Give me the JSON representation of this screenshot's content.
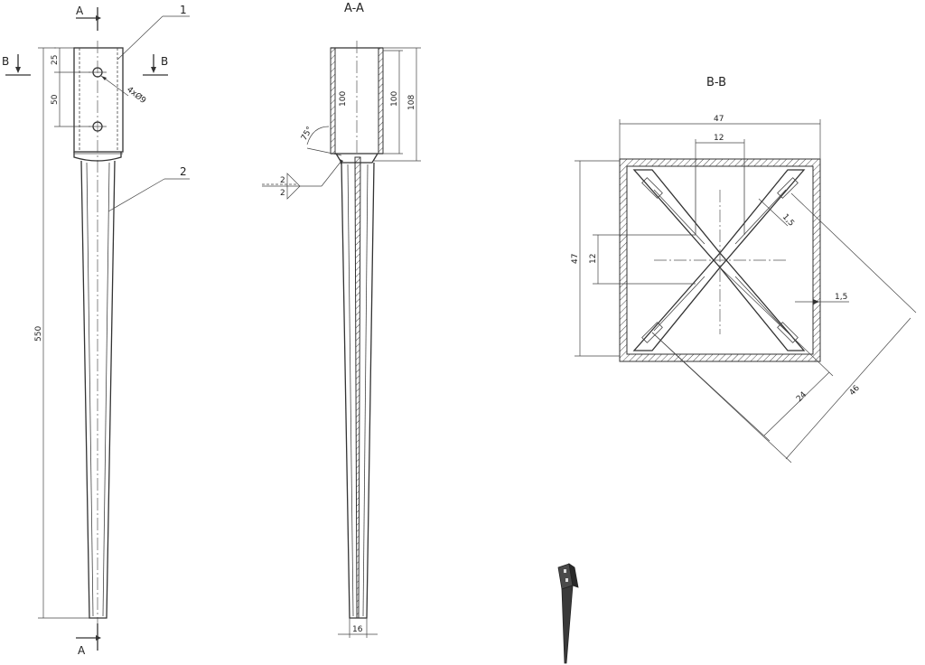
{
  "sections": {
    "aa_title": "A-A",
    "bb_title": "B-B",
    "a_top": "A",
    "a_bottom": "A",
    "b_left": "B",
    "b_right": "B"
  },
  "parts": {
    "part1": "1",
    "part2": "2"
  },
  "front_view": {
    "dim_25": "25",
    "dim_50": "50",
    "dim_550": "550",
    "holes": "4xØ9"
  },
  "section_aa": {
    "dim_100_left": "100",
    "dim_100_right": "100",
    "dim_108": "108",
    "angle": "75°",
    "weld_top": "2",
    "weld_bottom": "2",
    "dim_16": "16"
  },
  "section_bb": {
    "dim_47_top": "47",
    "dim_12_top": "12",
    "dim_47_left": "47",
    "dim_12_left": "12",
    "dim_1_5_diag": "1,5",
    "dim_1_5_side": "1,5",
    "dim_24": "24",
    "dim_46": "46"
  },
  "colors": {
    "line": "#333333",
    "thumbnail": "#3a3a3a"
  }
}
